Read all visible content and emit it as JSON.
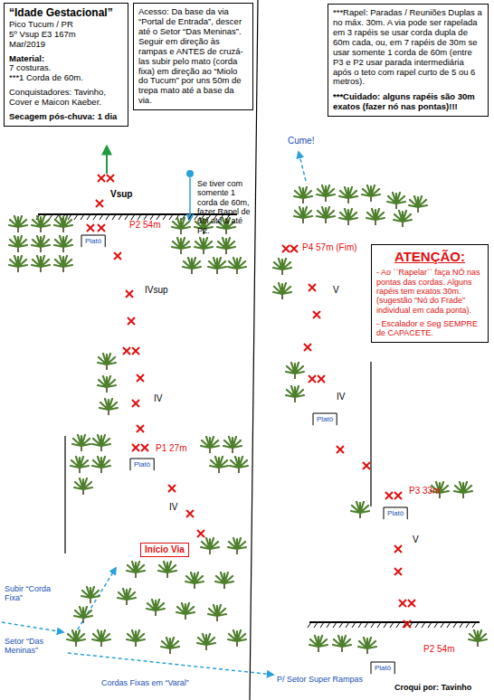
{
  "diagram": {
    "nodes": [
      {
        "text": [
          "“Idade Gestacional”",
          "Pico Tucum / PR",
          "5º Vsup E3 167m",
          "Mar/2019",
          "Material:",
          "7 costuras.",
          "***1 Corda de 60m.",
          "Conquistadores: Tavinho, Cover e Maicon Kaeber.",
          "Secagem pós-chuva: 1 dia"
        ]
      },
      {
        "text": [
          "Acesso: Da base da via “Portal de Entrada”, descer até o Setor “Das Meninas”. Seguir em direção às rampas e ANTES de cruzá-las subir pelo mato (corda fixa) em direção ao “Miolo do Tucum” por uns 50m de trepa mato até a base da via."
        ]
      },
      {
        "text": [
          "***Rapel: Paradas / Reuniões Duplas a no máx. 30m. A via pode ser rapelada em 3 rapéis se usar corda dupla de 60m cada, ou, em 7 rapéis de 30m se usar somente 1 corda de 60m (entre P3 e P2 usar parada intermediária após o teto com rapel curto de 5 ou 6 metros).",
          "***Cuidado: alguns rapéis são 30m exatos (fazer nó nas pontas)!!!"
        ]
      },
      {
        "text": [
          "ATENÇÃO:",
          "- Ao ``Rapelar`` faça NÓ nas pontas das cordas. Alguns rapéis tem exatos 30m. (sugestão “Nó do Frade” individual em cada ponta).",
          "- Escalador e Seg SEMPRE de CAPACETE."
        ]
      },
      {
        "text": [
          "Início Via"
        ]
      }
    ],
    "labels": [
      "Vsup",
      "Se tiver com somente 1 corda de 60m, fazer Rapel de 6m até a até P2.",
      "P2 54m",
      "Platô",
      "IVsup",
      "IV",
      "P1 27m",
      "Platô",
      "IV",
      "Subir “Corda Fixa”",
      "Setor “Das Meninas”",
      "Cordas Fixas em “Varal”",
      "P/ Setor Super Rampas",
      "Cume!",
      "P4 57m (Fim)",
      "V",
      "IV",
      "Platô",
      "P3 33m",
      "Platô",
      "V",
      "P2 54m",
      "Platô",
      "Croqui por: Tavinho"
    ]
  }
}
